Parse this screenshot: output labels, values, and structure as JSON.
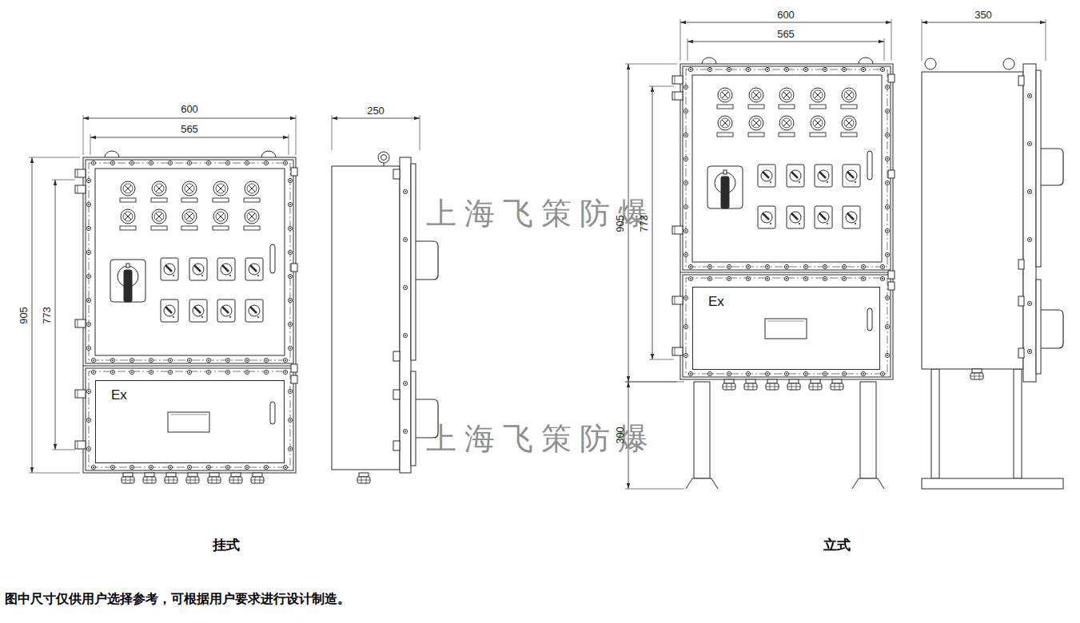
{
  "diagram": {
    "caption": "图中尺寸仅供用户选择参考，可根据用户要求进行设计制造。",
    "nodes": [
      {
        "text": [
          "Ex"
        ]
      },
      {
        "text": [
          "Ex"
        ]
      }
    ],
    "labels": [
      "600",
      "565",
      "905",
      "773",
      "250",
      "上海飞策防爆",
      "上海飞策防爆",
      "600",
      "565",
      "350",
      "905",
      "773",
      "300",
      "挂式",
      "立式"
    ]
  }
}
